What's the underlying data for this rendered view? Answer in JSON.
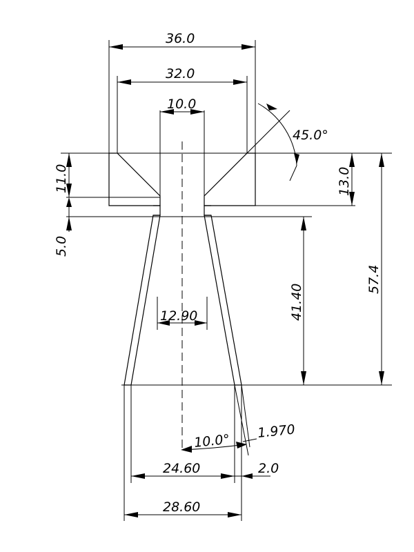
{
  "dimensions": {
    "top_outer": "36.0",
    "top_inner": "32.0",
    "bore": "10.0",
    "angle_chamfer": "45.0°",
    "left_11": "11.0",
    "left_5": "5.0",
    "right_13": "13.0",
    "height_41": "41.40",
    "height_57": "57.4",
    "inner_12_90": "12.90",
    "angle_10": "10.0°",
    "wall_1970": "1.970",
    "bottom_inner": "24.60",
    "bottom_2": "2.0",
    "bottom_outer": "28.60"
  }
}
